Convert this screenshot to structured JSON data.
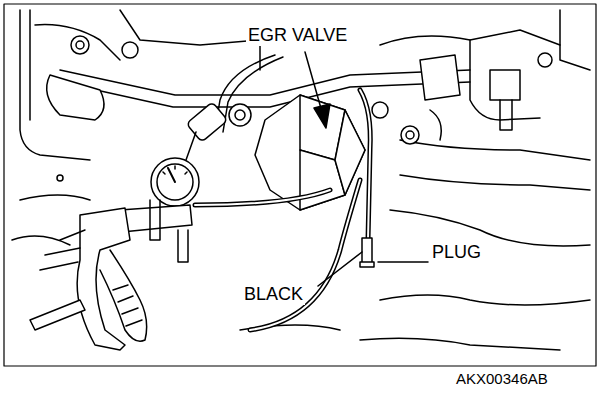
{
  "diagram": {
    "labels": [
      "EGR VALVE",
      "PLUG",
      "BLACK",
      "AKX00346AB"
    ]
  }
}
